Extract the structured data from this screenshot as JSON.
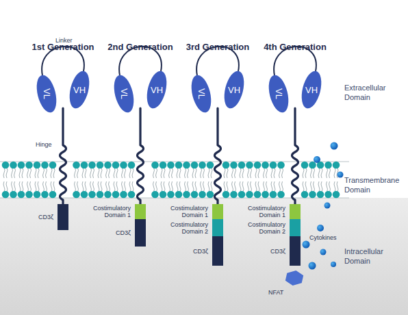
{
  "diagram": {
    "nodes": [
      {
        "text": [
          "VL"
        ]
      },
      {
        "text": [
          "VH"
        ]
      },
      {
        "text": [
          "CD3ζ"
        ]
      },
      {
        "text": [
          "VL"
        ]
      },
      {
        "text": [
          "VH"
        ]
      },
      {
        "text": [
          "Costimulatory Domain 1"
        ]
      },
      {
        "text": [
          "CD3ζ"
        ]
      },
      {
        "text": [
          "VL"
        ]
      },
      {
        "text": [
          "VH"
        ]
      },
      {
        "text": [
          "Costimulatory Domain 1"
        ]
      },
      {
        "text": [
          "Costimulatory Domain 2"
        ]
      },
      {
        "text": [
          "CD3ζ"
        ]
      },
      {
        "text": [
          "VL"
        ]
      },
      {
        "text": [
          "VH"
        ]
      },
      {
        "text": [
          "Costimulatory Domain 1"
        ]
      },
      {
        "text": [
          "Costimulatory Domain 2"
        ]
      },
      {
        "text": [
          "CD3ζ"
        ]
      },
      {
        "text": [
          "NFAT"
        ]
      }
    ],
    "edges": [
      {
        "from": 0,
        "to": 1,
        "label": "Linker",
        "arrow": "none"
      },
      {
        "from": 3,
        "to": 4,
        "arrow": "none"
      },
      {
        "from": 7,
        "to": 8,
        "arrow": "none"
      },
      {
        "from": 12,
        "to": 13,
        "arrow": "none"
      }
    ],
    "labels": [
      "1st Generation",
      "2nd Generation",
      "3rd Generation",
      "4th Generation",
      "Hinge",
      "Extracellular Domain",
      "Transmembrane Domain",
      "Intracellular Domain",
      "Cytokines"
    ]
  }
}
